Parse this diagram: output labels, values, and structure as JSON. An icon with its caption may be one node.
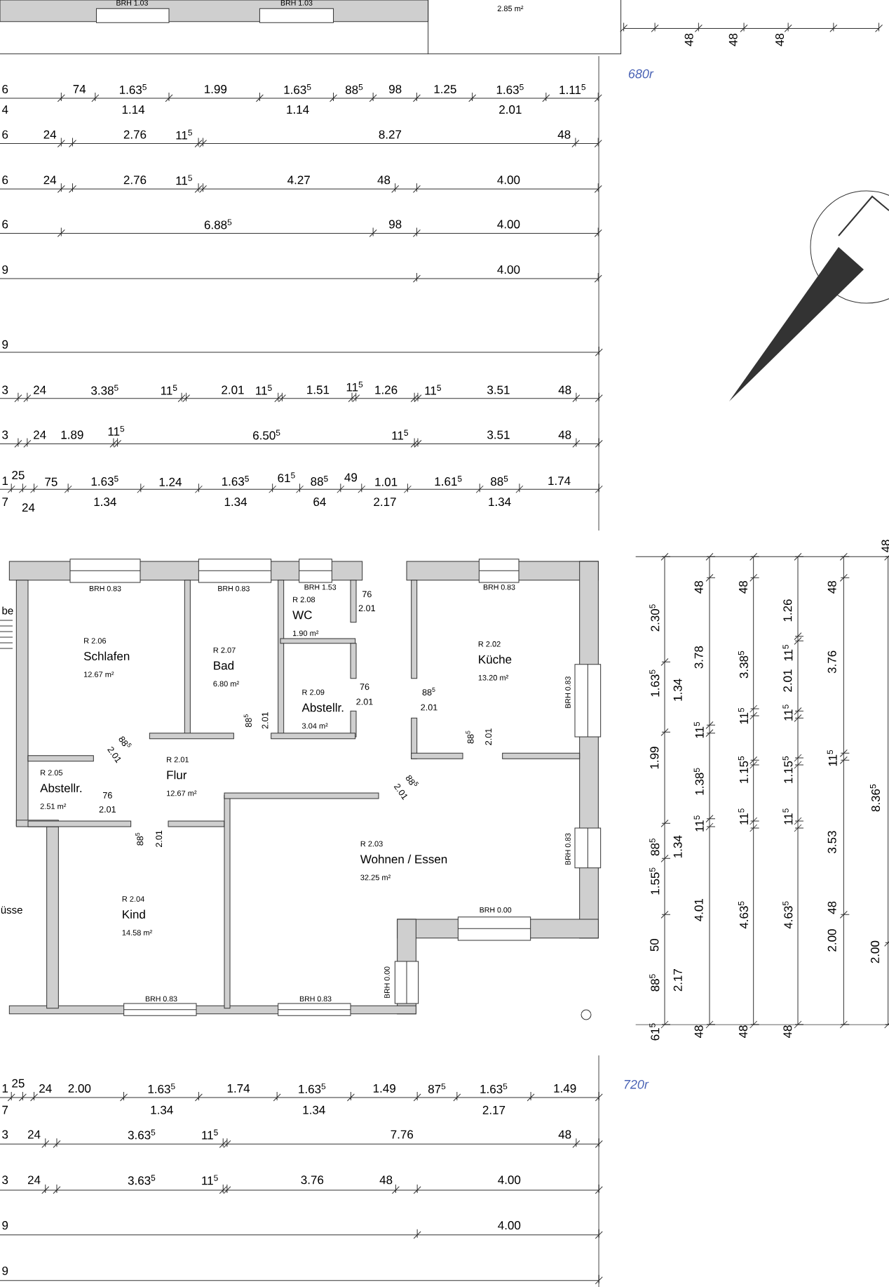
{
  "diagram": {
    "nodes": [
      {
        "text": [
          "R 2.06",
          "Schlafen",
          "12.67 m²"
        ]
      },
      {
        "text": [
          "R 2.07",
          "Bad",
          "6.80 m²"
        ]
      },
      {
        "text": [
          "R 2.08",
          "WC",
          "1.90 m²"
        ]
      },
      {
        "text": [
          "R 2.02",
          "Küche",
          "13.20 m²"
        ]
      },
      {
        "text": [
          "R 2.09",
          "Abstellr.",
          "3.04 m²"
        ]
      },
      {
        "text": [
          "R 2.05",
          "Abstellr.",
          "2.51 m²"
        ]
      },
      {
        "text": [
          "R 2.01",
          "Flur",
          "12.67 m²"
        ]
      },
      {
        "text": [
          "R 2.03",
          "Wohnen / Essen",
          "32.25 m²"
        ]
      },
      {
        "text": [
          "R 2.04",
          "Kind",
          "14.58 m²"
        ]
      }
    ],
    "labels": [
      "BRH 1.03",
      "BRH 1.03",
      "2.85 m²",
      "48",
      "48",
      "48",
      "6",
      "74",
      "1.63$^{5}$",
      "1.99",
      "1.63$^{5}$",
      "88$^{5}$",
      "98",
      "1.25",
      "1.63$^{5}$",
      "1.11$^{5}$",
      "680r",
      "4",
      "1.14",
      "1.14",
      "2.01",
      "6",
      "24",
      "2.76",
      "11$^{5}$",
      "8.27",
      "48",
      "6",
      "24",
      "2.76",
      "11$^{5}$",
      "4.27",
      "48",
      "4.00",
      "6",
      "6.88$^{5}$",
      "98",
      "4.00",
      "9",
      "4.00",
      "9",
      "3",
      "24",
      "3.38$^{5}$",
      "11$^{5}$",
      "2.01",
      "11$^{5}$",
      "1.51",
      "11$^{5}$",
      "1.26",
      "11$^{5}$",
      "3.51",
      "48",
      "3",
      "24",
      "1.89",
      "11$^{5}$",
      "6.50$^{5}$",
      "11$^{5}$",
      "3.51",
      "48",
      "1",
      "25",
      "75",
      "1.63$^{5}$",
      "1.24",
      "1.63$^{5}$",
      "61$^{5}$",
      "88$^{5}$",
      "49",
      "1.01",
      "1.61$^{5}$",
      "88$^{5}$",
      "1.74",
      "7",
      "24",
      "1.34",
      "1.34",
      "64",
      "2.17",
      "1.34",
      "be",
      "BRH 0.83",
      "BRH 0.83",
      "BRH 1.53",
      "BRH 0.83",
      "76",
      "2.01",
      "76",
      "2.01",
      "88$^{5}$",
      "2.01",
      "88$^{5}$",
      "2.01",
      "BRH 0.83",
      "88$^{5}$",
      "2.01",
      "88$^{5}$",
      "2.01",
      "88$^{5}$",
      "2.01",
      "76",
      "2.01",
      "88$^{5}$",
      "2.01",
      "BRH 0.83",
      "üsse",
      "BRH 0.00",
      "BRH 0.00",
      "BRH 0.83",
      "BRH 0.83",
      "48",
      "2.30$^{5}$",
      "1.63$^{5}$",
      "1.99",
      "88$^{5}$",
      "1.55$^{5}$",
      "50",
      "88$^{5}$",
      "1.34",
      "1.34",
      "2.17",
      "48",
      "3.78",
      "11$^{5}$",
      "1.38$^{5}$",
      "11$^{5}$",
      "4.01",
      "48",
      "3.38$^{5}$",
      "11$^{5}$",
      "1.15$^{5}$",
      "11$^{5}$",
      "4.63$^{5}$",
      "1.26",
      "11$^{5}$",
      "2.01",
      "11$^{5}$",
      "1.15$^{5}$",
      "11$^{5}$",
      "4.63$^{5}$",
      "48",
      "3.76",
      "11$^{5}$",
      "3.53",
      "48",
      "2.00",
      "8.36$^{5}$",
      "2.00",
      "61$^{5}$",
      "48",
      "48",
      "48",
      "1",
      "25",
      "24",
      "2.00",
      "1.63$^{5}$",
      "1.74",
      "1.63$^{5}$",
      "1.49",
      "87$^{5}$",
      "1.63$^{5}$",
      "1.49",
      "720r",
      "7",
      "1.34",
      "1.34",
      "2.17",
      "3",
      "24",
      "3.63$^{5}$",
      "11$^{5}$",
      "7.76",
      "48",
      "3",
      "24",
      "3.63$^{5}$",
      "11$^{5}$",
      "3.76",
      "48",
      "4.00",
      "9",
      "4.00",
      "9"
    ]
  }
}
